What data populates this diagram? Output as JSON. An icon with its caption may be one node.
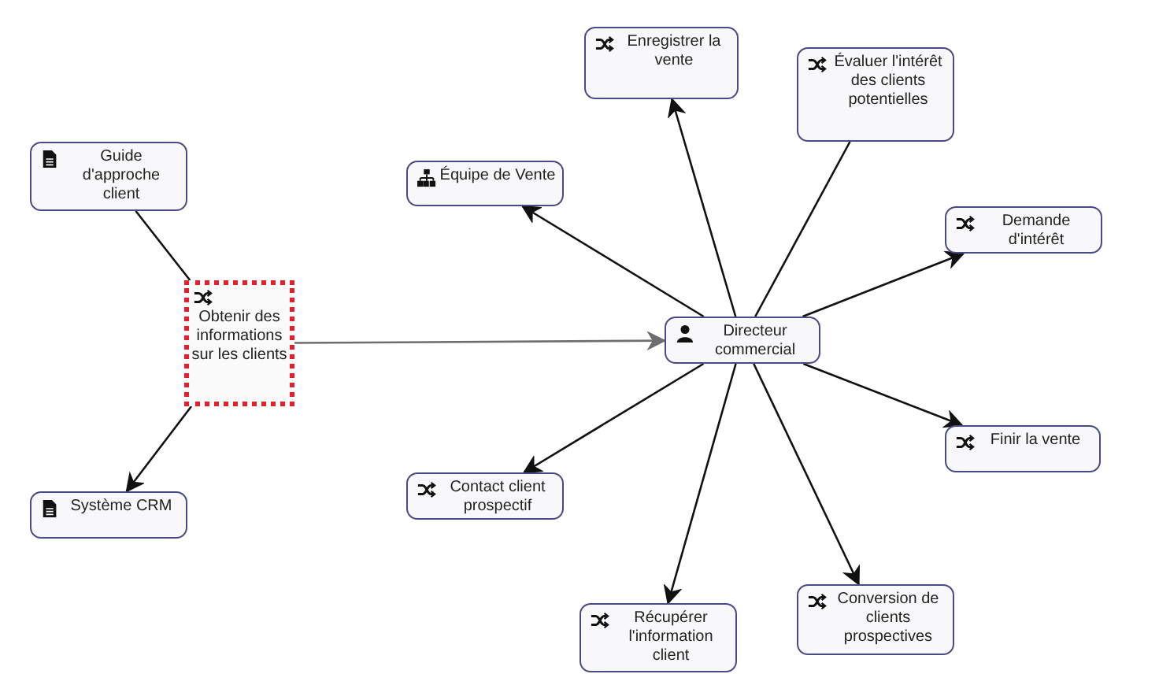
{
  "diagram": {
    "nodes": [
      {
        "text": [
          "Enregistrer la vente"
        ]
      },
      {
        "text": [
          "Évaluer l'intérêt des clients potentielles"
        ]
      },
      {
        "text": [
          "Guide d'approche client"
        ]
      },
      {
        "text": [
          "Équipe de Vente"
        ]
      },
      {
        "text": [
          "Demande d'intérêt"
        ]
      },
      {
        "text": [
          "Obtenir des informations sur les clients"
        ]
      },
      {
        "text": [
          "Directeur commercial"
        ]
      },
      {
        "text": [
          "Finir la vente"
        ]
      },
      {
        "text": [
          "Contact client prospectif"
        ]
      },
      {
        "text": [
          "Système CRM"
        ]
      },
      {
        "text": [
          "Conversion de clients prospectives"
        ]
      },
      {
        "text": [
          "Récupérer l'information client"
        ]
      }
    ],
    "edges": [
      {
        "from": 2,
        "to": 5,
        "arrow": "none"
      },
      {
        "from": 5,
        "to": 9,
        "arrow": "to"
      },
      {
        "from": 5,
        "to": 6,
        "arrow": "to",
        "color": "#6e6e6e"
      },
      {
        "from": 6,
        "to": 3,
        "arrow": "to"
      },
      {
        "from": 6,
        "to": 0,
        "arrow": "to"
      },
      {
        "from": 6,
        "to": 1,
        "arrow": "none"
      },
      {
        "from": 6,
        "to": 4,
        "arrow": "to"
      },
      {
        "from": 6,
        "to": 7,
        "arrow": "to"
      },
      {
        "from": 6,
        "to": 10,
        "arrow": "to"
      },
      {
        "from": 6,
        "to": 11,
        "arrow": "to"
      },
      {
        "from": 6,
        "to": 8,
        "arrow": "to"
      }
    ]
  }
}
